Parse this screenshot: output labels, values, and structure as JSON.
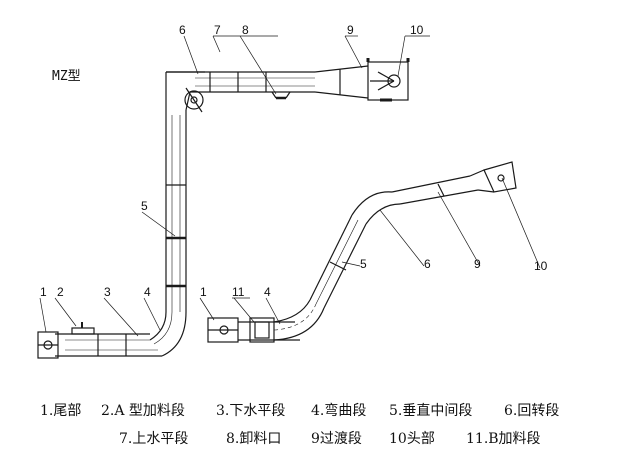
{
  "model_label": "MZ型",
  "callouts_top": [
    "6",
    "7",
    "8",
    "9",
    "10",
    "5",
    "1",
    "2",
    "3",
    "4"
  ],
  "callouts_bottom": [
    "1",
    "11",
    "4",
    "5",
    "6",
    "9",
    "10"
  ],
  "legend": {
    "row1": [
      "1.尾部",
      "2.A 型加料段",
      "3.下水平段",
      "4.弯曲段",
      "5.垂直中间段",
      "6.回转段"
    ],
    "row2": [
      "7.上水平段",
      "8.卸料口",
      "9过渡段",
      "10头部",
      "11.B加料段"
    ]
  },
  "colors": {
    "line": "#1a1a1a",
    "background": "#ffffff"
  }
}
